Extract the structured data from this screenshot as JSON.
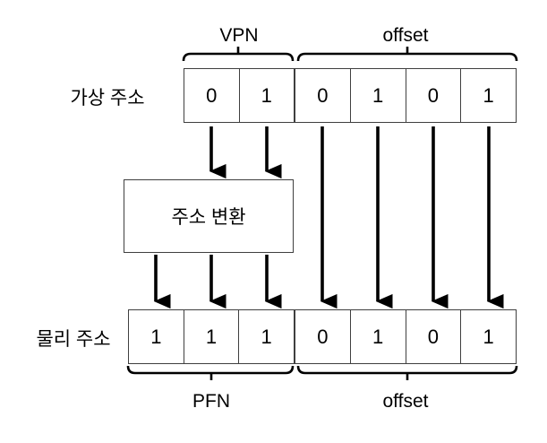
{
  "diagram": {
    "title": "virtual-to-physical-address-translation",
    "virtual_address_label": "가상 주소",
    "physical_address_label": "물리 주소",
    "translation_box_label": "주소 변환",
    "top_braces": {
      "vpn_label": "VPN",
      "offset_label": "offset"
    },
    "bottom_braces": {
      "pfn_label": "PFN",
      "offset_label": "offset"
    },
    "virtual_address_bits": [
      "0",
      "1",
      "0",
      "1",
      "0",
      "1"
    ],
    "physical_address_bits": [
      "1",
      "1",
      "1",
      "0",
      "1",
      "0",
      "1"
    ],
    "colors": {
      "arrow": "#000000",
      "brace": "#000000",
      "cell_border": "#3f3f3f",
      "text": "#000000",
      "background": "#ffffff"
    }
  }
}
